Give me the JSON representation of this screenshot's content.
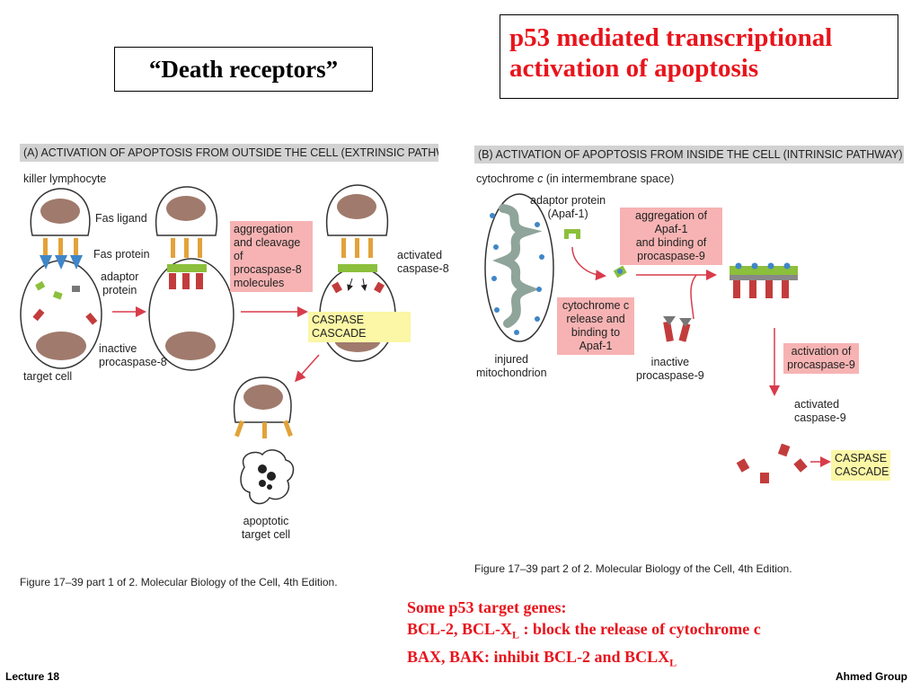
{
  "title_death": "“Death receptors”",
  "title_p53": {
    "line1": "p53 mediated transcriptional",
    "line2": "activation of apoptosis"
  },
  "panel_a": {
    "header": "(A)  ACTIVATION OF APOPTOSIS FROM OUTSIDE THE CELL (EXTRINSIC PATHWAY)",
    "killer_lymphocyte": "killer lymphocyte",
    "fas_ligand": "Fas ligand",
    "fas_protein": "Fas protein",
    "adaptor_protein": {
      "line1": "adaptor",
      "line2": "protein"
    },
    "inactive_procaspase": {
      "line1": "inactive",
      "line2": "procaspase-8"
    },
    "target_cell": "target cell",
    "aggregation_box": [
      "aggregation",
      "and cleavage of",
      "procaspase-8",
      "molecules"
    ],
    "activated_caspase": {
      "line1": "activated",
      "line2": "caspase-8"
    },
    "caspase_cascade": "CASPASE CASCADE",
    "apoptotic": {
      "line1": "apoptotic",
      "line2": "target cell"
    },
    "figure_caption": "Figure 17–39 part 1 of 2. Molecular Biology of the Cell, 4th Edition."
  },
  "panel_b": {
    "header": "(B)  ACTIVATION OF APOPTOSIS FROM INSIDE THE CELL (INTRINSIC PATHWAY)",
    "cytochrome_label_pre": "cytochrome ",
    "cytochrome_label_c": "c",
    "cytochrome_label_post": " (in intermembrane space)",
    "adaptor_protein": {
      "line1": "adaptor protein",
      "line2": "(Apaf-1)"
    },
    "aggregation_box": [
      "aggregation of Apaf-1",
      "and binding of",
      "procaspase-9"
    ],
    "release_box": [
      "cytochrome c",
      "release and",
      "binding to",
      "Apaf-1"
    ],
    "injured": {
      "line1": "injured",
      "line2": "mitochondrion"
    },
    "inactive_procaspase": {
      "line1": "inactive",
      "line2": "procaspase-9"
    },
    "activation_box": [
      "activation of",
      "procaspase-9"
    ],
    "activated_caspase": {
      "line1": "activated",
      "line2": "caspase-9"
    },
    "caspase_cascade": {
      "line1": "CASPASE",
      "line2": "CASCADE"
    },
    "figure_caption": "Figure 17–39 part 2 of 2. Molecular Biology of the Cell, 4th Edition."
  },
  "target_genes": {
    "heading": "Some p53 target genes:",
    "line1_pre": "BCL-2, BCL-X",
    "line1_sub": "L",
    "line1_post": " : block the release of cytochrome c",
    "line2_pre": "BAX, BAK: inhibit BCL-2 and BCLX",
    "line2_sub": "L"
  },
  "footer": {
    "left": "Lecture 18",
    "right": "Ahmed Group"
  },
  "colors": {
    "red_text": "#e8141c",
    "pink_box": "#f7b3b3",
    "yellow_box": "#fbf7a6",
    "header_gray": "#d2d2d2"
  }
}
